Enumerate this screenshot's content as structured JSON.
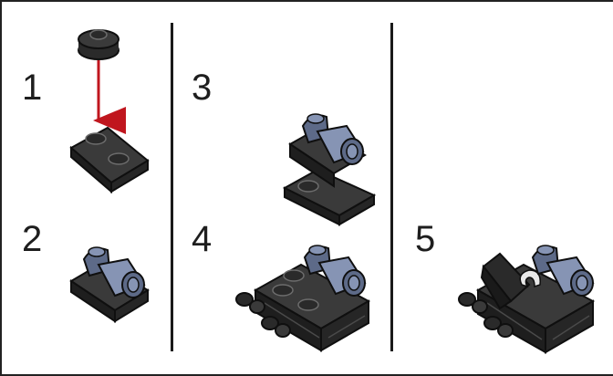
{
  "steps": [
    {
      "number": "1"
    },
    {
      "number": "2"
    },
    {
      "number": "3"
    },
    {
      "number": "4"
    },
    {
      "number": "5"
    }
  ],
  "colors": {
    "brick": "#2a2a2a",
    "brick_top": "#3a3a3a",
    "outline": "#0f0f0f",
    "highlight": "#6c6c6c",
    "blue": "#8694b4",
    "blue_dark": "#5d6a88",
    "arrow": "#c0161e"
  },
  "icons": {
    "step1": "round-plate-onto-plate-instruction",
    "step2": "blue-hinge-on-plate-instruction",
    "step3": "hinge-assembly-on-plates-instruction",
    "step4": "assembly-with-side-attachments-instruction",
    "step5": "final-assembly-with-slope-instruction"
  }
}
